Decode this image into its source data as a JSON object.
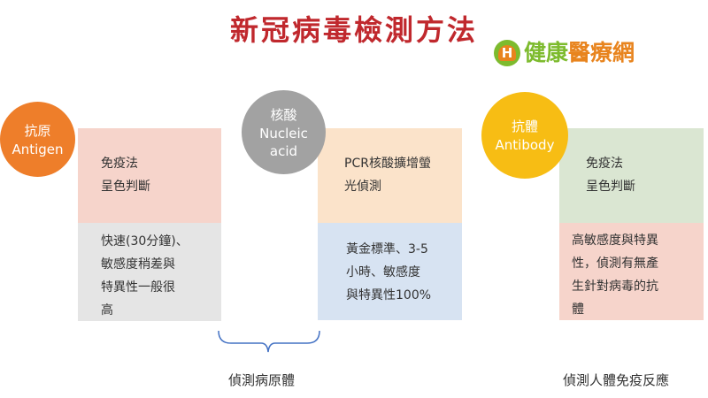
{
  "title": "新冠病毒檢測方法",
  "logo": {
    "part1": "健康",
    "part2": "醫療網",
    "mark": "H"
  },
  "methods": [
    {
      "circle_zh": "抗原",
      "circle_en": "Antigen",
      "technique": [
        "免疫法",
        "呈色判斷"
      ],
      "features": [
        "快速(30分鐘)、",
        "敏感度稍差與",
        "特異性一般很",
        "高"
      ]
    },
    {
      "circle_zh": "核酸",
      "circle_en": [
        "Nucleic",
        "acid"
      ],
      "technique": [
        "PCR核酸擴增螢",
        "光偵測"
      ],
      "features": [
        "黃金標準、3-5",
        "小時、敏感度",
        "與特異性100%"
      ]
    },
    {
      "circle_zh": "抗體",
      "circle_en": "Antibody",
      "technique": [
        "免疫法",
        "呈色判斷"
      ],
      "features": [
        "高敏感度與特異",
        "性，偵測有無產",
        "生針對病毒的抗",
        "體"
      ]
    }
  ],
  "captions": {
    "pathogen": "偵測病原體",
    "immune": "偵測人體免疫反應"
  },
  "colors": {
    "title": "#c0282d",
    "antigen": "#ee7e2a",
    "nucleic": "#a2a2a2",
    "antibody": "#f7bd14",
    "logo_green": "#7dbb2e",
    "logo_orange": "#e8841e"
  }
}
